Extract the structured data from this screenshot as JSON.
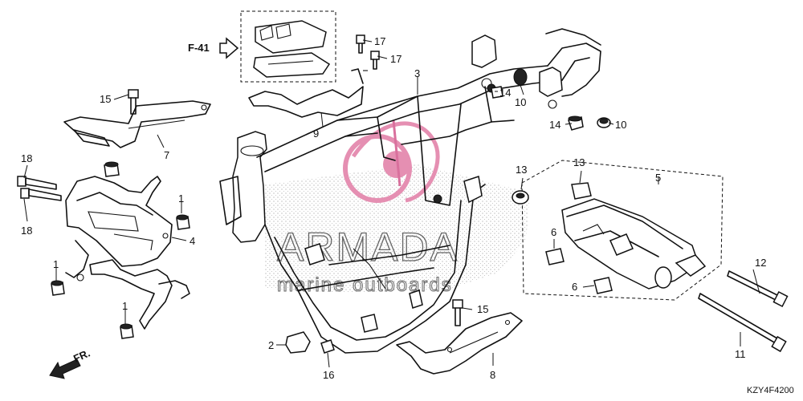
{
  "diagram": {
    "ref_section": "F-41",
    "diagram_code": "KZY4F4200",
    "direction_label": "FR.",
    "callouts": [
      "1",
      "1",
      "1",
      "2",
      "3",
      "4",
      "5",
      "6",
      "6",
      "7",
      "8",
      "9",
      "10",
      "10",
      "11",
      "12",
      "13",
      "13",
      "14",
      "14",
      "15",
      "15",
      "16",
      "17",
      "17",
      "18",
      "18"
    ]
  },
  "watermark": {
    "title": "ARMADA",
    "subtitle": "marine outboards",
    "colors": {
      "logo": "#e58fb2",
      "logo_dark": "#d9709d"
    }
  }
}
